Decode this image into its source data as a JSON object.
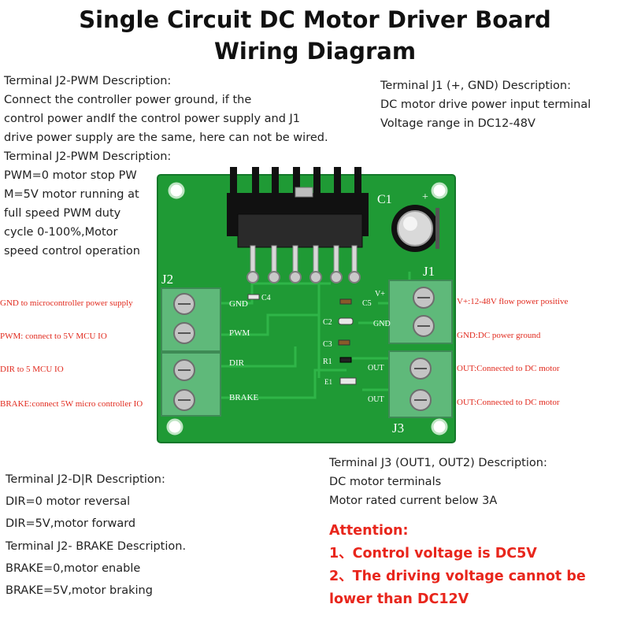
{
  "title": {
    "line1": "Single Circuit DC Motor Driver Board",
    "line2": "Wiring Diagram"
  },
  "desc_j2_ground": {
    "heading": "Terminal J2-PWM Description:",
    "lines": [
      "Connect the controller power ground, if the",
      "control power andIf the control power supply and J1",
      "drive power supply are the same, here can not be wired."
    ]
  },
  "desc_j2_pwm": {
    "heading": "Terminal J2-PWM Description:",
    "lines": [
      "PWM=0 motor stop PW",
      "M=5V motor running at",
      "full speed PWM duty",
      "cycle 0-100%,Motor",
      "speed control operation"
    ]
  },
  "desc_j1": {
    "heading": "Terminal J1 (+, GND) Description:",
    "lines": [
      "DC motor drive power input terminal",
      "Voltage range in DC12-48V"
    ]
  },
  "desc_j3": {
    "heading": "Terminal J3 (OUT1, OUT2) Description:",
    "lines": [
      "DC motor terminals",
      "Motor rated current below 3A"
    ]
  },
  "desc_dir": {
    "heading": "Terminal J2-D|R Description:",
    "lines": [
      "DIR=0 motor reversal",
      "DIR=5V,motor forward"
    ]
  },
  "desc_brake": {
    "heading": "Terminal J2- BRAKE Description.",
    "lines": [
      "BRAKE=0,motor enable",
      "BRAKE=5V,motor braking"
    ]
  },
  "left_labels": [
    "GND to microcontroller power supply",
    "PWM: connect to 5V MCU IO",
    "DIR to 5 MCU IO",
    "BRAKE:connect 5W micro controller IO"
  ],
  "right_labels": [
    "V+:12-48V flow power positive",
    "GND:DC power ground",
    "OUT:Connected to DC motor",
    "OUT:Connected to DC motor"
  ],
  "board": {
    "j2": "J2",
    "j1": "J1",
    "j3": "J3",
    "c1": "C1",
    "plus": "+",
    "gnd_left": "GND",
    "pwm": "PWM",
    "dir": "DIR",
    "brake": "BRAKE",
    "c4": "C4",
    "c5": "C5",
    "c2": "C2",
    "c3": "C3",
    "r1": "R1",
    "e1": "E1",
    "vplus": "V+",
    "gnd_right": "GND",
    "out1": "OUT",
    "out2": "OUT"
  },
  "attention": {
    "heading": "Attention:",
    "lines": [
      "1、Control voltage is DC5V",
      "2、The driving voltage cannot be",
      "lower than DC12V"
    ]
  },
  "colors": {
    "pcb": "#1f9a35",
    "terminal": "#5fb97a",
    "accent_text": "#e12a1e"
  }
}
